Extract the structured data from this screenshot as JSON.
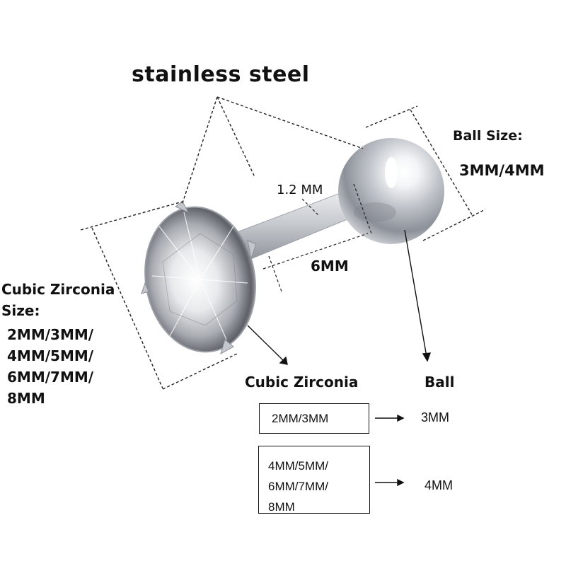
{
  "title": "stainless steel",
  "ball_size": {
    "heading": "Ball Size:",
    "value": "3MM/4MM"
  },
  "cz_size": {
    "heading_line1": "Cubic Zirconia",
    "heading_line2": "Size:",
    "values": "2MM/3MM/\n4MM/5MM/\n6MM/7MM/\n8MM"
  },
  "bar": {
    "thickness": "1.2 MM",
    "length": "6MM"
  },
  "table": {
    "cz_heading": "Cubic Zirconia",
    "ball_heading": "Ball",
    "rows": [
      {
        "cz": "2MM/3MM",
        "ball": "3MM"
      },
      {
        "cz": "4MM/5MM/\n6MM/7MM/\n8MM",
        "ball": "4MM"
      }
    ]
  }
}
